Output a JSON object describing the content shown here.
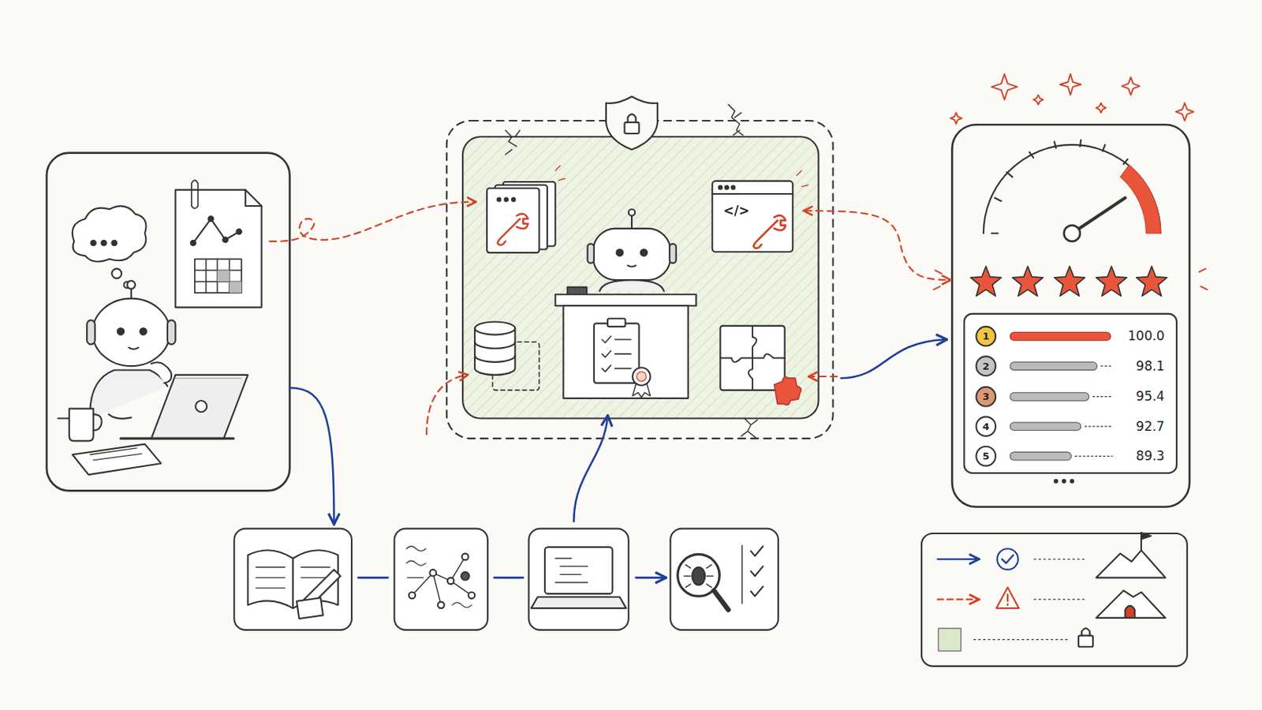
{
  "diagram": {
    "labels": [
      "</>",
      "1",
      "100.0",
      "2",
      "98.1",
      "3",
      "95.4",
      "4",
      "92.7",
      "5",
      "89.3"
    ]
  }
}
